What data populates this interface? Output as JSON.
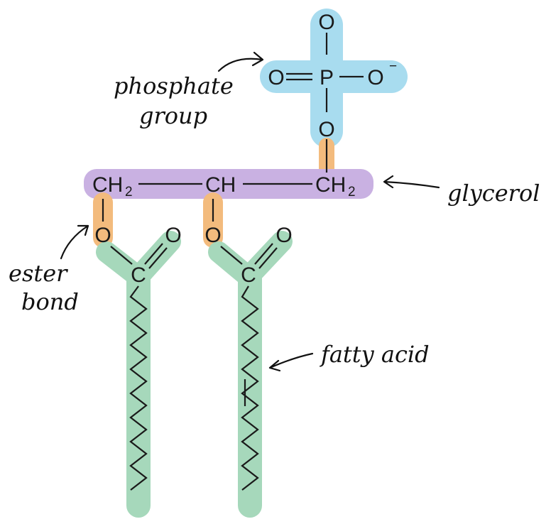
{
  "colors": {
    "phosphate_highlight": "#a8dcef",
    "glycerol_highlight": "#c9b1e2",
    "ester_highlight": "#f3bb7d",
    "fatty_acid_highlight": "#a6d8bb",
    "bond_stroke": "#1a1a1a"
  },
  "atoms": {
    "phosphate_o_top": "O",
    "phosphate_o_left": "O",
    "phosphate_p": "P",
    "phosphate_o_right": "O",
    "phosphate_charge": "−",
    "phosphate_o_bottom": "O",
    "glycerol_left": "CH",
    "glycerol_left_sub": "2",
    "glycerol_middle": "CH",
    "glycerol_right": "CH",
    "glycerol_right_sub": "2",
    "ester_o_left": "O",
    "ester_o_middle": "O",
    "carbonyl_o_left": "O",
    "carbonyl_o_middle": "O",
    "carbon_left": "C",
    "carbon_middle": "C"
  },
  "labels": {
    "phosphate_line1": "phosphate",
    "phosphate_line2": "group",
    "glycerol": "glycerol",
    "ester_line1": "ester",
    "ester_line2": "bond",
    "fatty_acid": "fatty acid"
  }
}
